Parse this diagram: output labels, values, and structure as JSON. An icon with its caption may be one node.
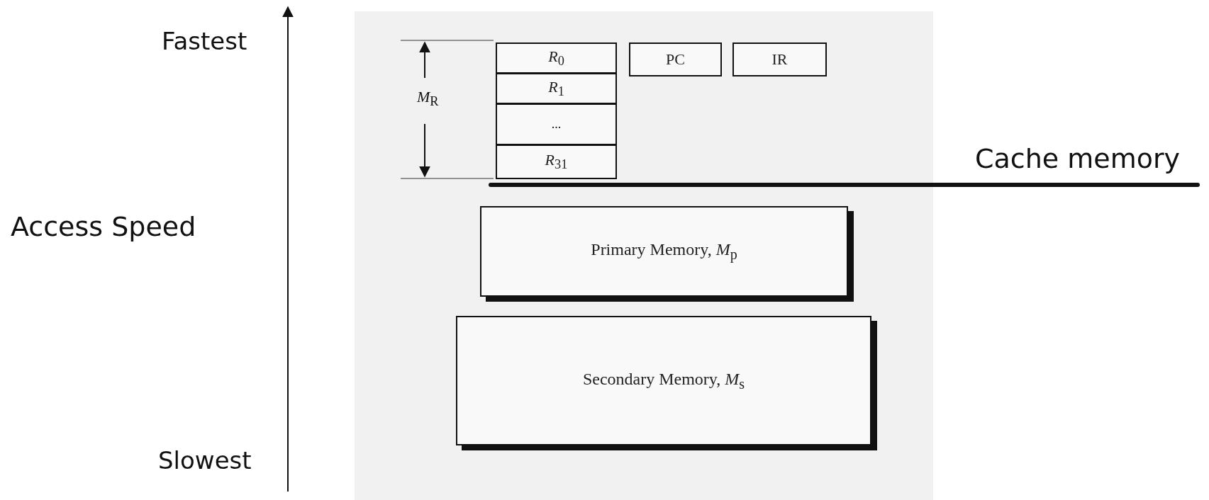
{
  "diagram": {
    "nodes": [
      {
        "text": [
          "*R*$_{0}$"
        ]
      },
      {
        "text": [
          "*R*$_{1}$"
        ]
      },
      {
        "text": [
          "..."
        ]
      },
      {
        "text": [
          "*R*$_{31}$"
        ]
      },
      {
        "text": [
          "PC"
        ]
      },
      {
        "text": [
          "IR"
        ]
      },
      {
        "text": [
          "Primary Memory, *M*$_{p}$"
        ]
      },
      {
        "text": [
          "Secondary Memory, *M*$_{s}$"
        ]
      }
    ],
    "edges": [],
    "labels": [
      "Fastest",
      "Access Speed",
      "Slowest",
      "*M*$_{R}$",
      "Cache memory"
    ]
  }
}
